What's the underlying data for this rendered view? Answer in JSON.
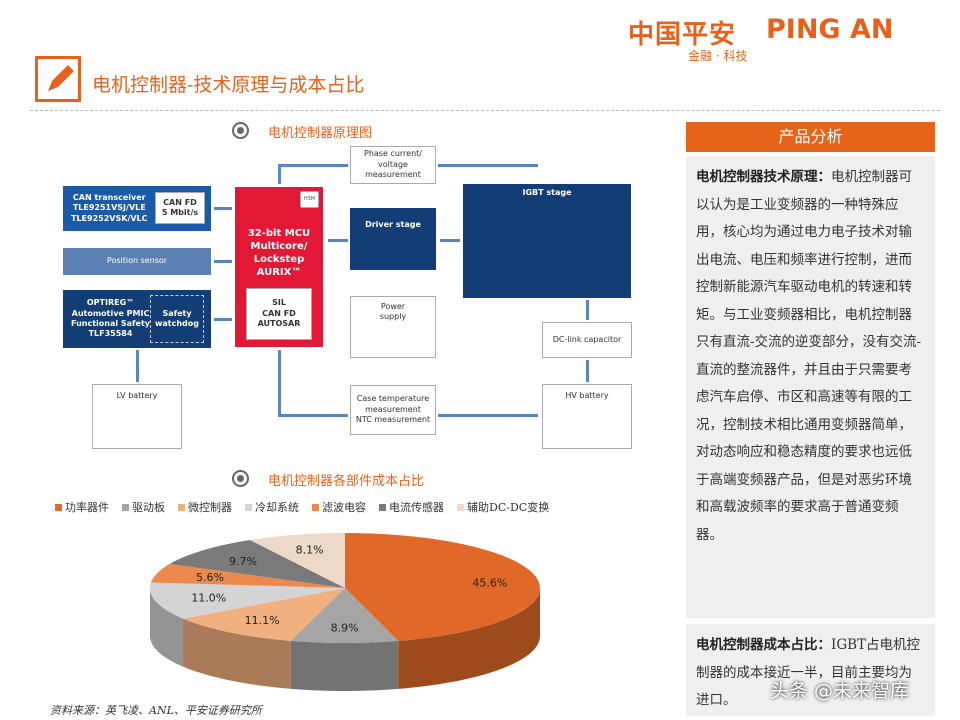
{
  "header": {
    "logo_cn": "中国平安",
    "logo_en": "PING AN",
    "logo_sub": "金融 · 科技",
    "title": "电机控制器-技术原理与成本占比"
  },
  "diagram": {
    "title": "电机控制器原理图",
    "can": "CAN transceiver\nTLE9251VSJ/VLE\nTLE9252VSK/VLC",
    "can_badge": "CAN FD\n5 Mbit/s",
    "position": "Position sensor",
    "pmic": "OPTIREG™\nAutomotive PMIC\nFunctional Safety\nTLF35584",
    "watchdog": "Safety\nwatchdog",
    "lv": "LV battery",
    "mcu": "32-bit MCU\nMulticore/\nLockstep\nAURIX™",
    "mcu_badges": "SIL\nCAN FD\nAUTOSAR",
    "hsm": "HSM",
    "phase": "Phase current/\nvoltage\nmeasurement",
    "driver": "Driver stage",
    "power": "Power\nsupply",
    "case": "Case temperature\nmeasurement\nNTC measurement",
    "igbt": "IGBT stage",
    "dclink": "DC-link capacitor",
    "hv": "HV battery"
  },
  "chart_data": {
    "type": "pie",
    "title": "电机控制器各部件成本占比",
    "legend_position": "top",
    "series": [
      {
        "name": "功率器件",
        "value": 45.6,
        "label": "45.6%",
        "color": "#e0692a"
      },
      {
        "name": "驱动板",
        "value": 8.9,
        "label": "8.9%",
        "color": "#a5a5a5"
      },
      {
        "name": "微控制器",
        "value": 11.1,
        "label": "11.1%",
        "color": "#f1b07f"
      },
      {
        "name": "冷却系统",
        "value": 11.0,
        "label": "11.0%",
        "color": "#d4d4d4"
      },
      {
        "name": "滤波电容",
        "value": 5.6,
        "label": "5.6%",
        "color": "#eb8a4c"
      },
      {
        "name": "电流传感器",
        "value": 9.7,
        "label": "9.7%",
        "color": "#7a7a7a"
      },
      {
        "name": "辅助DC-DC变换",
        "value": 8.1,
        "label": "8.1%",
        "color": "#ecd9c8"
      }
    ]
  },
  "panel": {
    "header": "产品分析",
    "p1_lead": "电机控制器技术原理：",
    "p1_text": "电机控制器可以认为是工业变频器的一种特殊应用，核心均为通过电力电子技术对输出电流、电压和频率进行控制，进而控制新能源汽车驱动电机的转速和转矩。与工业变频器相比，电机控制器只有直流-交流的逆变部分，没有交流-直流的整流器件，并且由于只需要考虑汽车启停、市区和高速等有限的工况，控制技术相比通用变频器简单，对动态响应和稳态精度的要求也远低于高端变频器产品，但是对恶劣环境和高载波频率的要求高于普通变频器。",
    "p2_lead": "电机控制器成本占比：",
    "p2_text": "IGBT占电机控制器的成本接近一半，目前主要均为进口。"
  },
  "source": "资料来源：英飞凌、ANL、平安证券研究所",
  "watermark": "头条 @未来智库"
}
